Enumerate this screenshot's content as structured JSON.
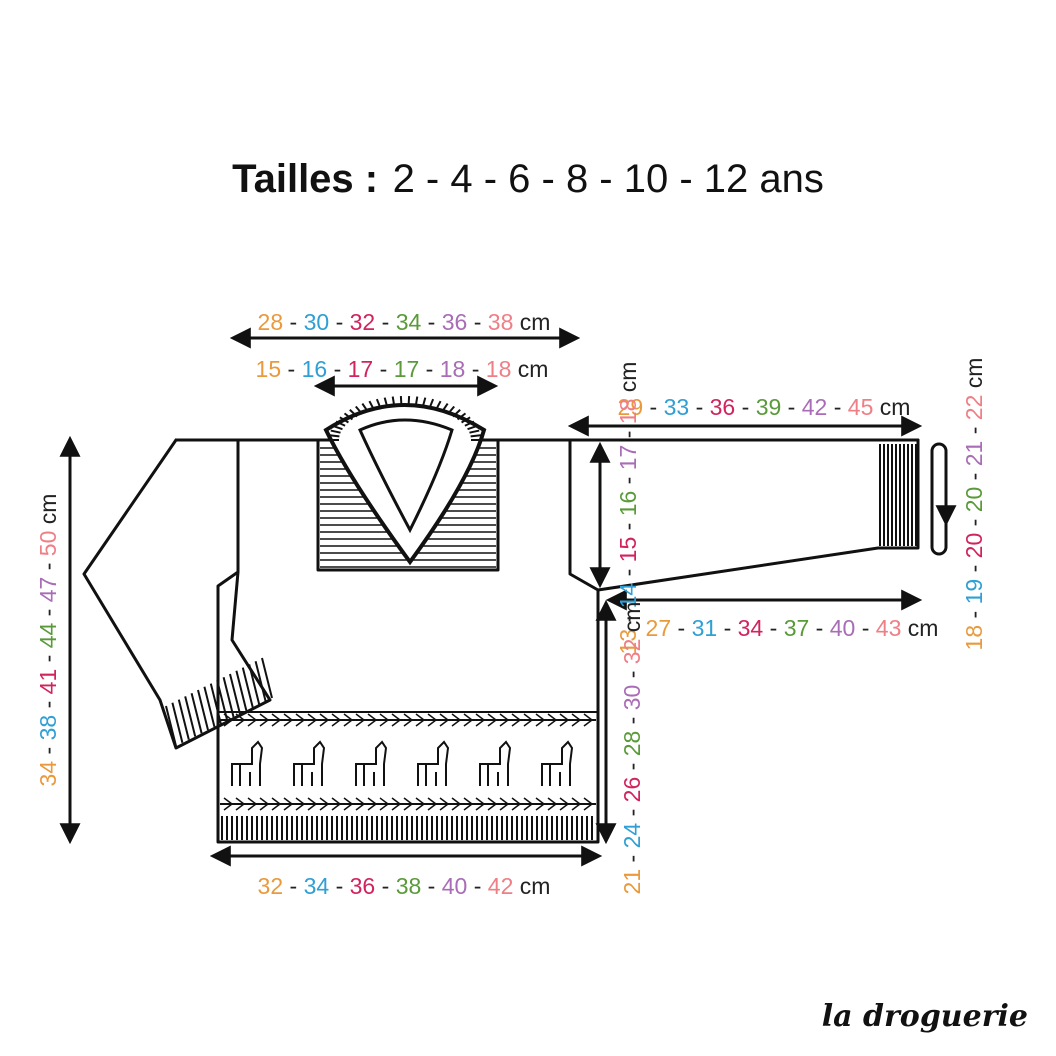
{
  "title": {
    "bold": "Tailles :",
    "sizes": "2 - 4 - 6 - 8 - 10 - 12 ans"
  },
  "unit": "cm",
  "size_colors": [
    "#e89a3c",
    "#2f9fd4",
    "#d1245c",
    "#5a9a3a",
    "#a96cb6",
    "#ef7f86"
  ],
  "measurements": {
    "shoulder_width": [
      "28",
      "30",
      "32",
      "34",
      "36",
      "38"
    ],
    "neck_width": [
      "15",
      "16",
      "17",
      "17",
      "18",
      "18"
    ],
    "sleeve_length": [
      "29",
      "33",
      "36",
      "39",
      "42",
      "45"
    ],
    "total_length": [
      "34",
      "38",
      "41",
      "44",
      "47",
      "50"
    ],
    "armhole_depth": [
      "13",
      "14",
      "15",
      "16",
      "17",
      "18"
    ],
    "cuff_width": [
      "18",
      "19",
      "20",
      "20",
      "21",
      "22"
    ],
    "sleeve_under": [
      "27",
      "31",
      "34",
      "37",
      "40",
      "43"
    ],
    "body_side": [
      "21",
      "24",
      "26",
      "28",
      "30",
      "32"
    ],
    "hem_width": [
      "32",
      "34",
      "36",
      "38",
      "40",
      "42"
    ]
  },
  "brand": "la droguerie"
}
